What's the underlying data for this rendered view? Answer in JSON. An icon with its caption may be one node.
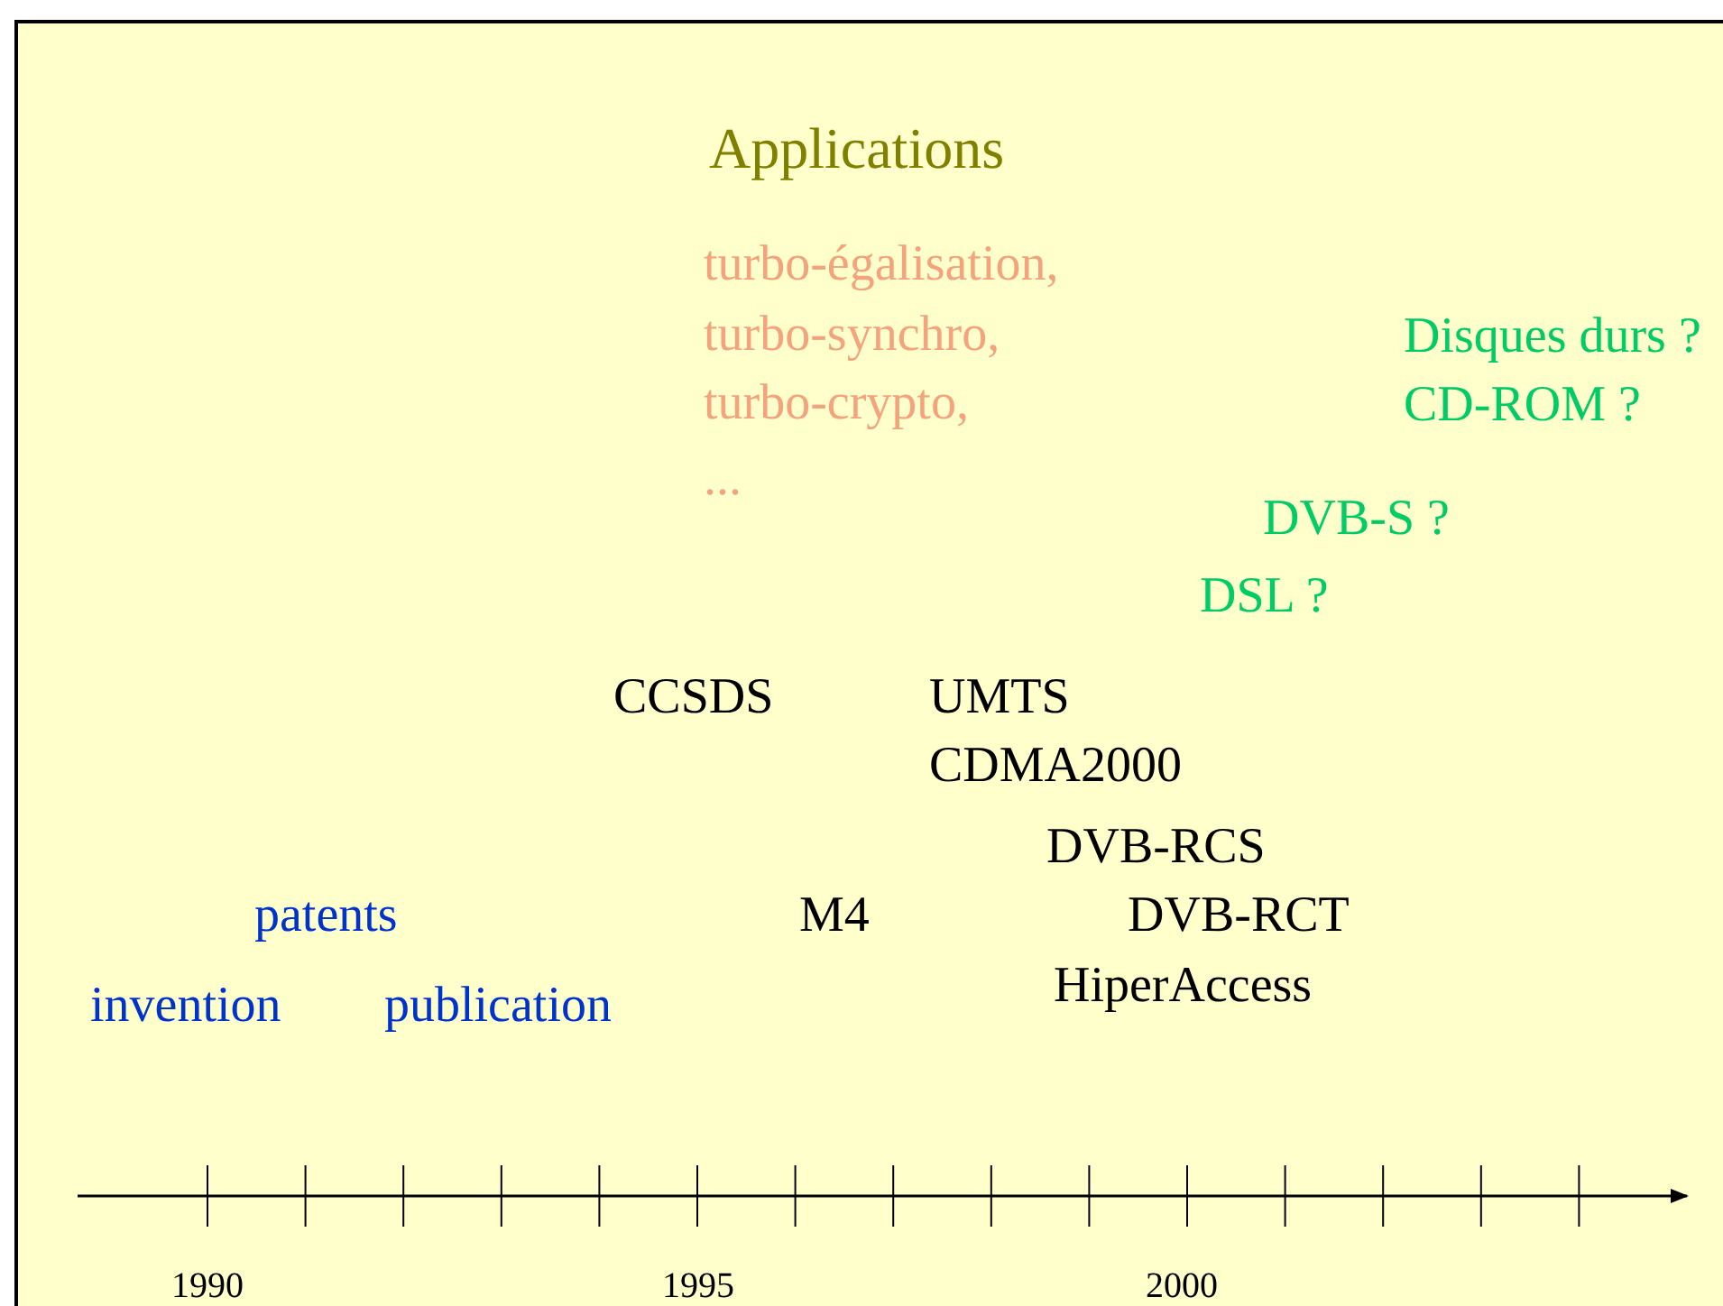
{
  "diagram": {
    "title": "Applications",
    "labels": [
      "turbo-égalisation,",
      "turbo-synchro,",
      "Disques durs ?",
      "turbo-crypto,",
      "CD-ROM ?",
      "...",
      "DVB-S ?",
      "DSL ?",
      "CCSDS",
      "UMTS",
      "CDMA2000",
      "DVB-RCS",
      "patents",
      "M4",
      "DVB-RCT",
      "invention",
      "publication",
      "HiperAccess",
      "1990",
      "1995",
      "2000"
    ]
  }
}
